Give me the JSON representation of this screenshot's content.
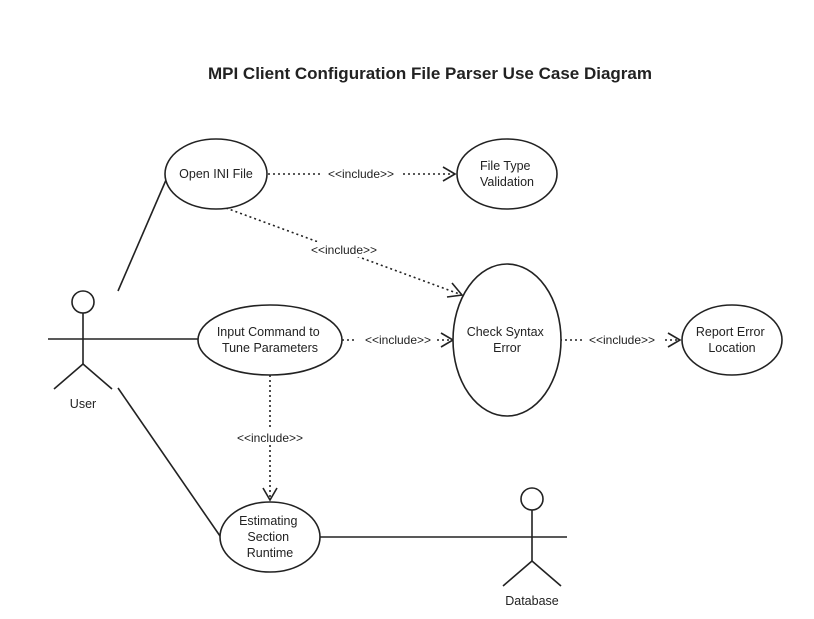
{
  "title": "MPI Client Configuration File Parser Use Case Diagram",
  "actors": {
    "user": "User",
    "database": "Database"
  },
  "use_cases": {
    "open_ini_file": [
      "Open INI File"
    ],
    "file_type_validation": [
      "File Type",
      "Validation"
    ],
    "input_command": [
      "Input Command to",
      "Tune Parameters"
    ],
    "check_syntax_error": [
      "Check Syntax",
      "Error"
    ],
    "report_error_location": [
      "Report Error",
      "Location"
    ],
    "estimating_section_runtime": [
      "Estimating",
      "Section",
      "Runtime"
    ]
  },
  "relations": {
    "include_label": "<<include>>"
  }
}
